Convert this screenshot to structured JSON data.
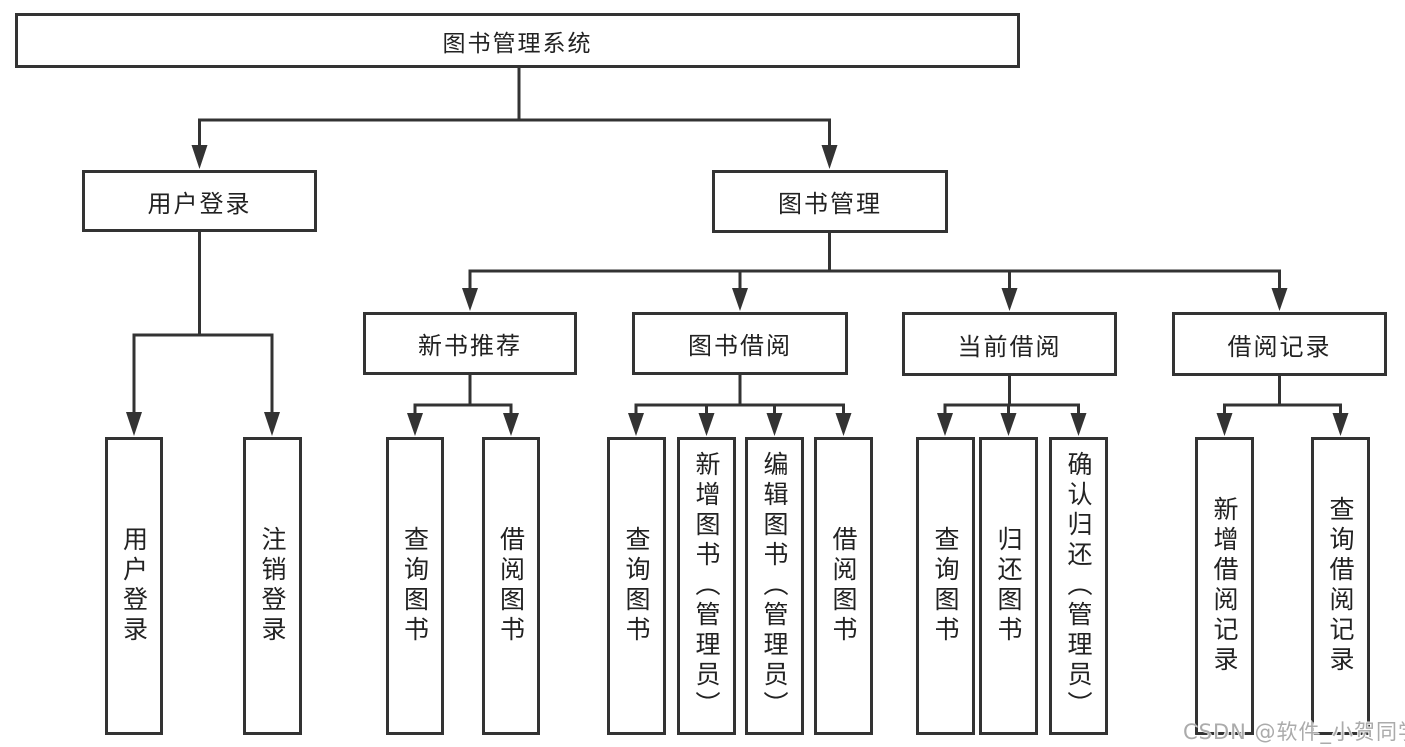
{
  "nodes": {
    "root": "图书管理系统",
    "user_login": "用户登录",
    "book_management": "图书管理",
    "new_book_recommend": "新书推荐",
    "book_borrow": "图书借阅",
    "current_borrow": "当前借阅",
    "borrow_records": "借阅记录",
    "leaf_user_login": "用户登录",
    "leaf_logout": "注销登录",
    "nb_query_books": "查询图书",
    "nb_borrow_books": "借阅图书",
    "bb_query_books": "查询图书",
    "bb_add_books": "新增图书（管理员）",
    "bb_edit_books": "编辑图书（管理员）",
    "bb_borrow_books": "借阅图书",
    "cb_query_books": "查询图书",
    "cb_return_books": "归还图书",
    "cb_confirm_return": "确认归还（管理员）",
    "br_add_record": "新增借阅记录",
    "br_query_record": "查询借阅记录"
  },
  "watermark": "CSDN @软件_小贺同学",
  "colors": {
    "line": "#333333",
    "text": "#222222",
    "background": "#ffffff",
    "watermark": "#ababab"
  }
}
